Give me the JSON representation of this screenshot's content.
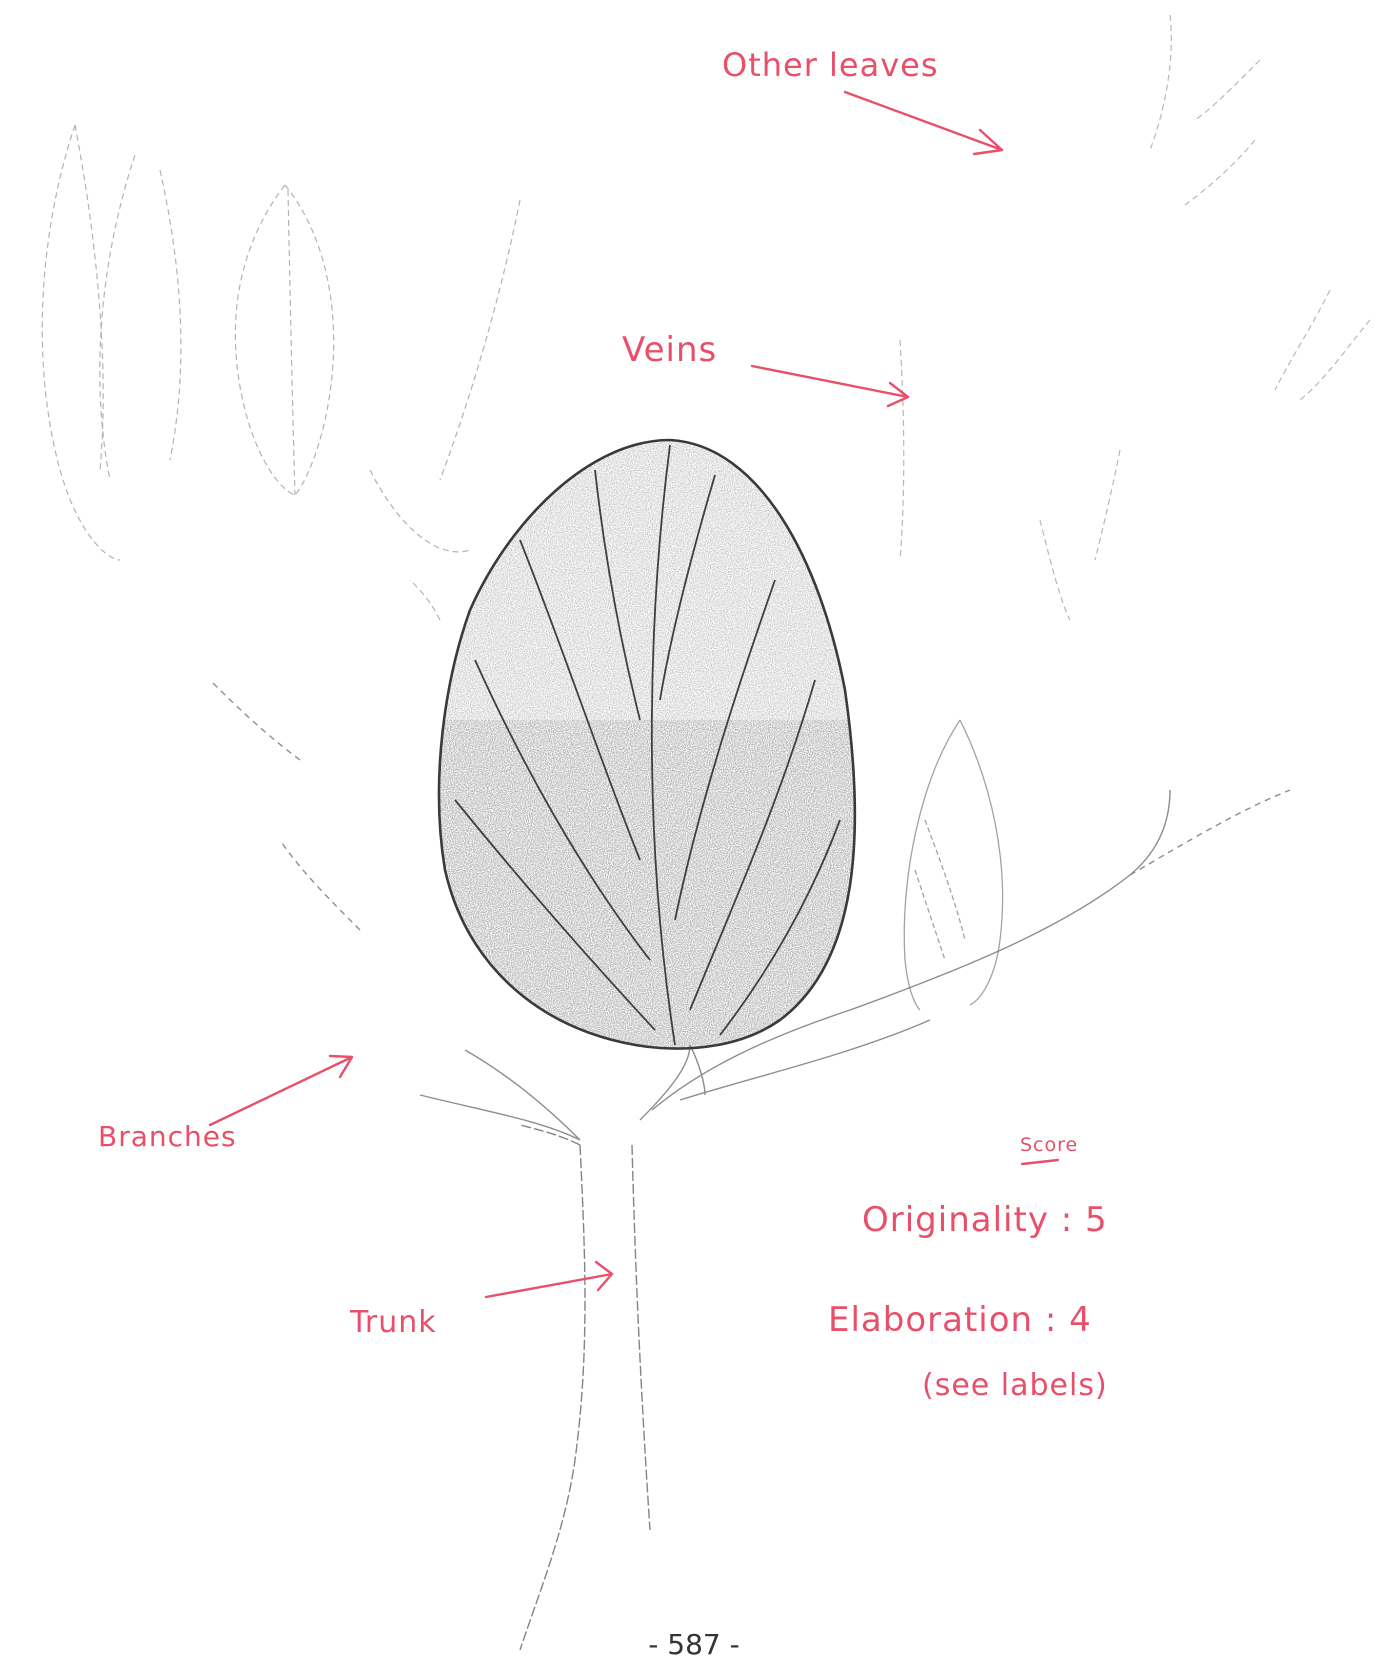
{
  "colors": {
    "annotation": "#e8506a",
    "pencil": "#777777",
    "outline": "#3a3a3a",
    "shading": "#9a9a9a"
  },
  "annotations": {
    "other_leaves": "Other leaves",
    "veins": "Veins",
    "branches": "Branches",
    "trunk": "Trunk"
  },
  "score": {
    "heading": "Score",
    "originality": "Originality : 5",
    "elaboration": "Elaboration : 4",
    "note": "(see labels)"
  },
  "page_number": "- 587 -"
}
